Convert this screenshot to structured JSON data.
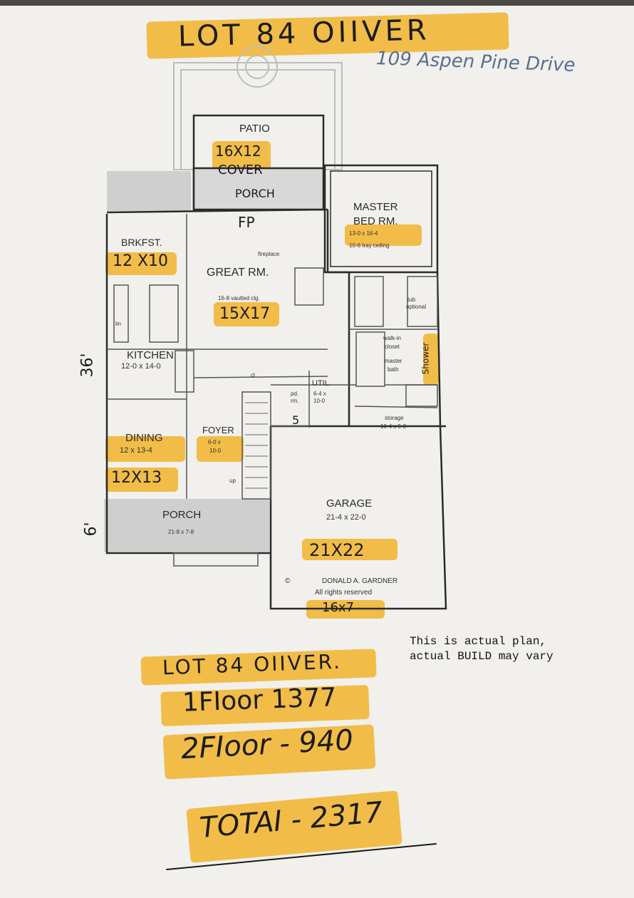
{
  "header": {
    "lot_title": "LOT 84 OIIVER",
    "address": "109 Aspen Pine Drive"
  },
  "rooms": {
    "patio": {
      "label": "PATIO",
      "note": "16X12",
      "note2": "COVER",
      "note3": "PORCH"
    },
    "master": {
      "label1": "MASTER",
      "label2": "BED RM.",
      "dims": "13-0 x 16-4",
      "ceiling": "10-6 tray ceiling"
    },
    "fp_note": "FP",
    "fireplace": "fireplace",
    "great": {
      "label": "GREAT RM.",
      "ceiling": "16-8 vaulted clg.",
      "note": "15X17"
    },
    "brkfst": {
      "label": "BRKFST.",
      "note": "12 X10"
    },
    "kitchen": {
      "label": "KITCHEN",
      "dims": "12-0 x 14-0"
    },
    "util": {
      "label": "UTIL.",
      "dims1": "6-4 x",
      "dims2": "10-0"
    },
    "pd": {
      "label1": "pd.",
      "label2": "rm."
    },
    "linen": "lin",
    "closet": "cl",
    "walk_in": {
      "l1": "walk-in",
      "l2": "closet"
    },
    "master_bath": {
      "l1": "master",
      "l2": "bath"
    },
    "shower_note": "Shower",
    "tub": {
      "l1": "tub",
      "l2": "optional"
    },
    "storage": {
      "label": "storage",
      "dims": "10-4 x 5-8"
    },
    "dining": {
      "label": "DINING",
      "dims": "12 x 13-4",
      "note": "12X13"
    },
    "foyer": {
      "label": "FOYER",
      "dims1": "6-0 x",
      "dims2": "10-0"
    },
    "up": "up",
    "porch": {
      "label": "PORCH",
      "dims": "21-8 x 7-8"
    },
    "garage": {
      "label": "GARAGE",
      "dims": "21-4 x 22-0",
      "note": "21X22",
      "door_note": "16x7"
    },
    "designer": "DONALD A. GARDNER",
    "rights": "All rights reserved",
    "copyright": "©",
    "note_36": "36'",
    "note_6": "6'",
    "note_5": "5"
  },
  "disclaimer": {
    "line1": "This is actual plan,",
    "line2": "actual BUILD may vary"
  },
  "summary": {
    "lot": "LOT 84 OIIVER.",
    "floor1": "1FIoor 1377",
    "floor2": "2FIoor - 940",
    "total": "TOTAI - 2317"
  },
  "colors": {
    "highlighter": "#f0b431",
    "paper": "#f1f0ec",
    "address_ink": "#5a6f8f"
  }
}
